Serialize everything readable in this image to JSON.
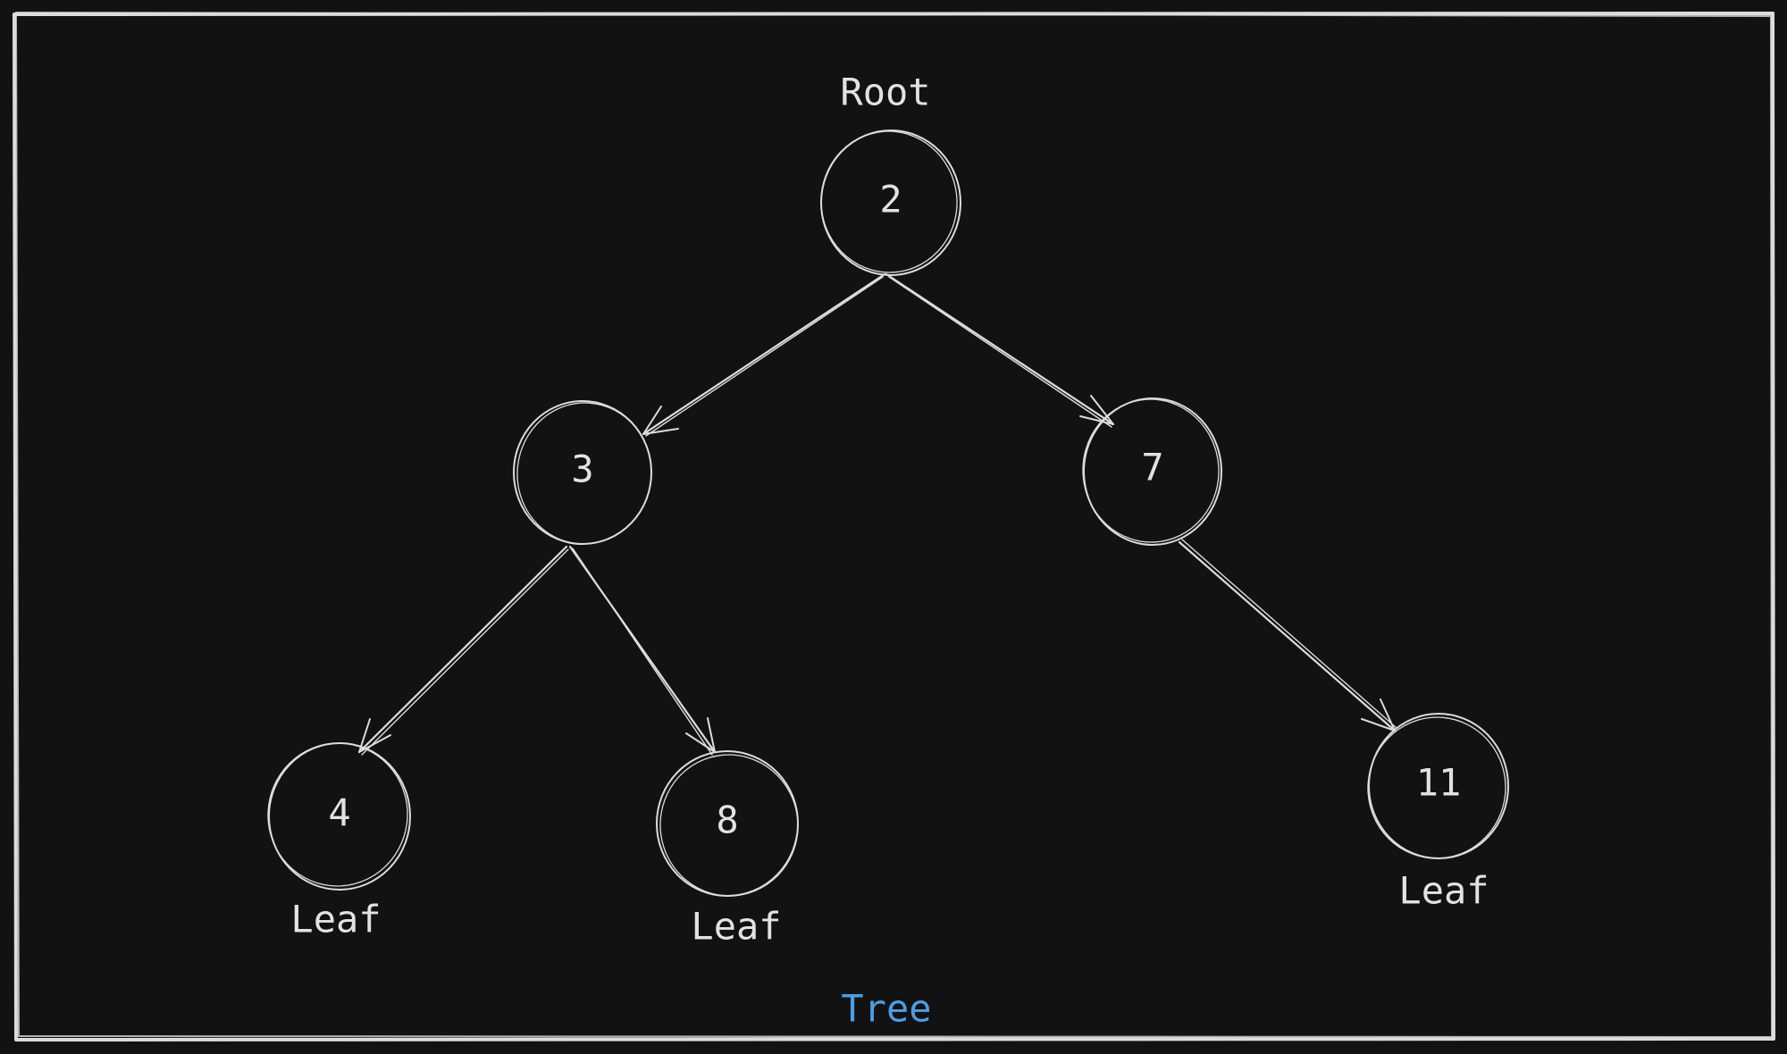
{
  "diagram": {
    "title": "Tree",
    "root_label": "Root",
    "leaf_label": "Leaf",
    "nodes": [
      {
        "id": "n2",
        "value": "2"
      },
      {
        "id": "n3",
        "value": "3"
      },
      {
        "id": "n7",
        "value": "7"
      },
      {
        "id": "n4",
        "value": "4"
      },
      {
        "id": "n8",
        "value": "8"
      },
      {
        "id": "n11",
        "value": "11"
      }
    ],
    "edges": [
      {
        "from": "2",
        "to": "3"
      },
      {
        "from": "2",
        "to": "7"
      },
      {
        "from": "3",
        "to": "4"
      },
      {
        "from": "3",
        "to": "8"
      },
      {
        "from": "7",
        "to": "11"
      }
    ]
  },
  "colors": {
    "background": "#121212",
    "stroke": "#dcdcdc",
    "text": "#e2e2e2",
    "title": "#4a9fe6"
  }
}
